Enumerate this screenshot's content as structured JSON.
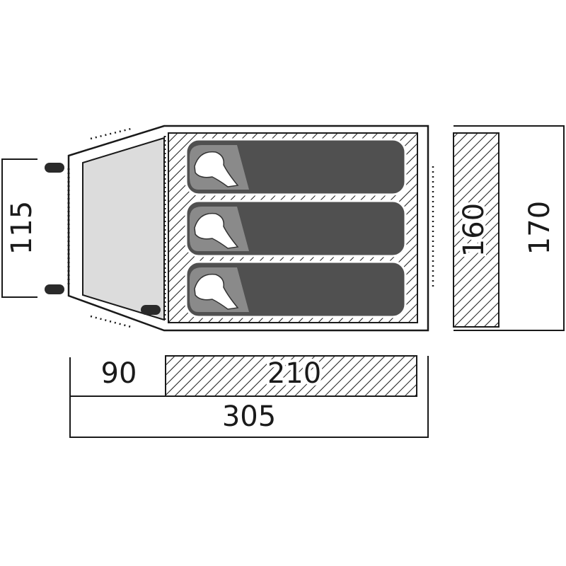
{
  "diagram": {
    "dimensions": {
      "vestibule_width": "115",
      "vestibule_depth": "90",
      "inner_length": "210",
      "total_length": "305",
      "inner_width": "160",
      "total_width": "170"
    },
    "sleeping_bags": 3,
    "colors": {
      "outline": "#1a1a1a",
      "vestibule_fill": "#dcdcdc",
      "sleeping_bag": "#505050",
      "hood": "#8a8a8a",
      "hatch": "#1a1a1a"
    }
  }
}
